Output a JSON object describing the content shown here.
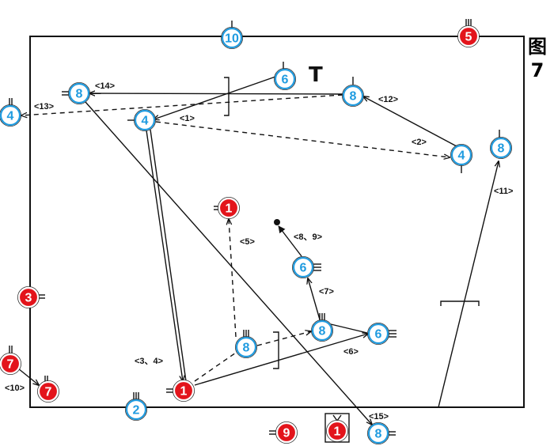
{
  "figure": {
    "label_char": "图",
    "label_num": "7"
  },
  "colors": {
    "offense_fill": "#ffffff",
    "offense_ring": "#1f9be0",
    "offense_text": "#1f9be0",
    "defense_fill": "#e3141b",
    "defense_text": "#ffffff",
    "line": "#111111"
  },
  "screen_symbol": "T",
  "players": {
    "o10": {
      "label": "10",
      "team": "offense"
    },
    "d5": {
      "label": "5",
      "team": "defense"
    },
    "o6a": {
      "label": "6",
      "team": "offense"
    },
    "o8a": {
      "label": "8",
      "team": "offense"
    },
    "o8b": {
      "label": "8",
      "team": "offense"
    },
    "o4a": {
      "label": "4",
      "team": "offense"
    },
    "o4b": {
      "label": "4",
      "team": "offense"
    },
    "o4c": {
      "label": "4",
      "team": "offense"
    },
    "o8c": {
      "label": "8",
      "team": "offense"
    },
    "d1a": {
      "label": "1",
      "team": "defense"
    },
    "o6b": {
      "label": "6",
      "team": "offense"
    },
    "d3": {
      "label": "3",
      "team": "defense"
    },
    "o8d": {
      "label": "8",
      "team": "offense"
    },
    "o6c": {
      "label": "6",
      "team": "offense"
    },
    "o8e": {
      "label": "8",
      "team": "offense"
    },
    "d7a": {
      "label": "7",
      "team": "defense"
    },
    "d7b": {
      "label": "7",
      "team": "defense"
    },
    "d1b": {
      "label": "1",
      "team": "defense"
    },
    "o2": {
      "label": "2",
      "team": "offense"
    },
    "d9": {
      "label": "9",
      "team": "defense"
    },
    "d1c": {
      "label": "1",
      "team": "defense"
    },
    "o8f": {
      "label": "8",
      "team": "offense"
    }
  },
  "steps": {
    "s1": "<1>",
    "s2": "<2>",
    "s34": "<3、4>",
    "s5": "<5>",
    "s6": "<6>",
    "s7": "<7>",
    "s89": "<8、9>",
    "s10": "<10>",
    "s11": "<11>",
    "s12": "<12>",
    "s13": "<13>",
    "s14": "<14>",
    "s15": "<15>"
  }
}
